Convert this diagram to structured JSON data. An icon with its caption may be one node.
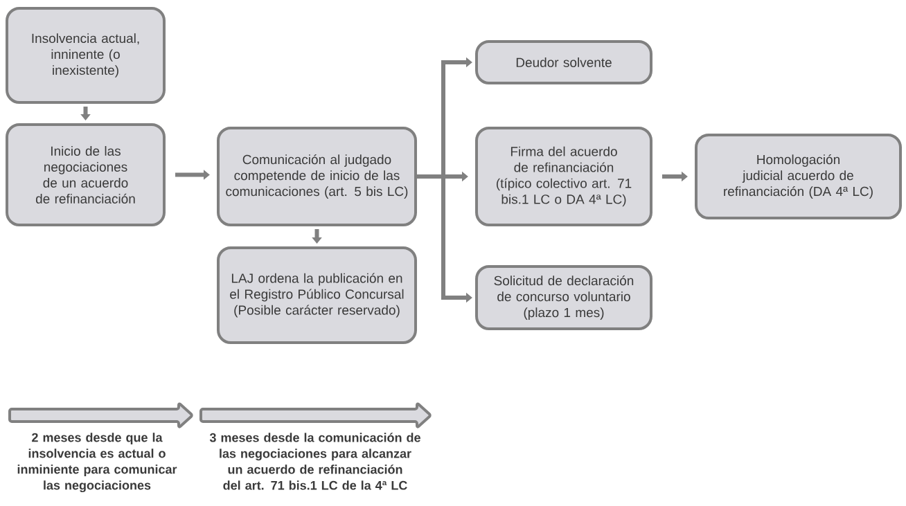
{
  "diagram": {
    "nodes": [
      {
        "text": [
          "Insolvencia actual, inninente (o inexistente)"
        ]
      },
      {
        "text": [
          "Inicio de las negociaciones de un acuerdo de refinanciación"
        ]
      },
      {
        "text": [
          "Comunicación al judgado competende de inicio de las comunicaciones (art. 5 bis LC)"
        ]
      },
      {
        "text": [
          "LAJ ordena la publicación en el Registro Público Concursal (Posible carácter reservado)"
        ]
      },
      {
        "text": [
          "Deudor solvente"
        ]
      },
      {
        "text": [
          "Firma del acuerdo de refinanciación (típico colectivo art. 71 bis.1 LC o DA 4ª LC)"
        ]
      },
      {
        "text": [
          "Homologación judicial acuerdo de refinanciación (DA 4ª LC)"
        ]
      },
      {
        "text": [
          "Solicitud de declaración de concurso voluntario (plazo 1 mes)"
        ]
      }
    ],
    "edges": [
      {
        "from": 0,
        "to": 1,
        "arrow": "to"
      },
      {
        "from": 1,
        "to": 2,
        "arrow": "to"
      },
      {
        "from": 2,
        "to": 3,
        "arrow": "to"
      },
      {
        "from": 2,
        "to": 4,
        "arrow": "to"
      },
      {
        "from": 2,
        "to": 5,
        "arrow": "to"
      },
      {
        "from": 2,
        "to": 7,
        "arrow": "to"
      },
      {
        "from": 5,
        "to": 6,
        "arrow": "to"
      }
    ],
    "labels": [
      "2 meses desde que la insolvencia es actual o inminiente para comunicar las negociaciones",
      "3 meses desde la comunicación de las negociaciones para alcanzar un acuerdo de refinanciación del art. 71 bis.1 LC de la 4ª LC"
    ]
  }
}
